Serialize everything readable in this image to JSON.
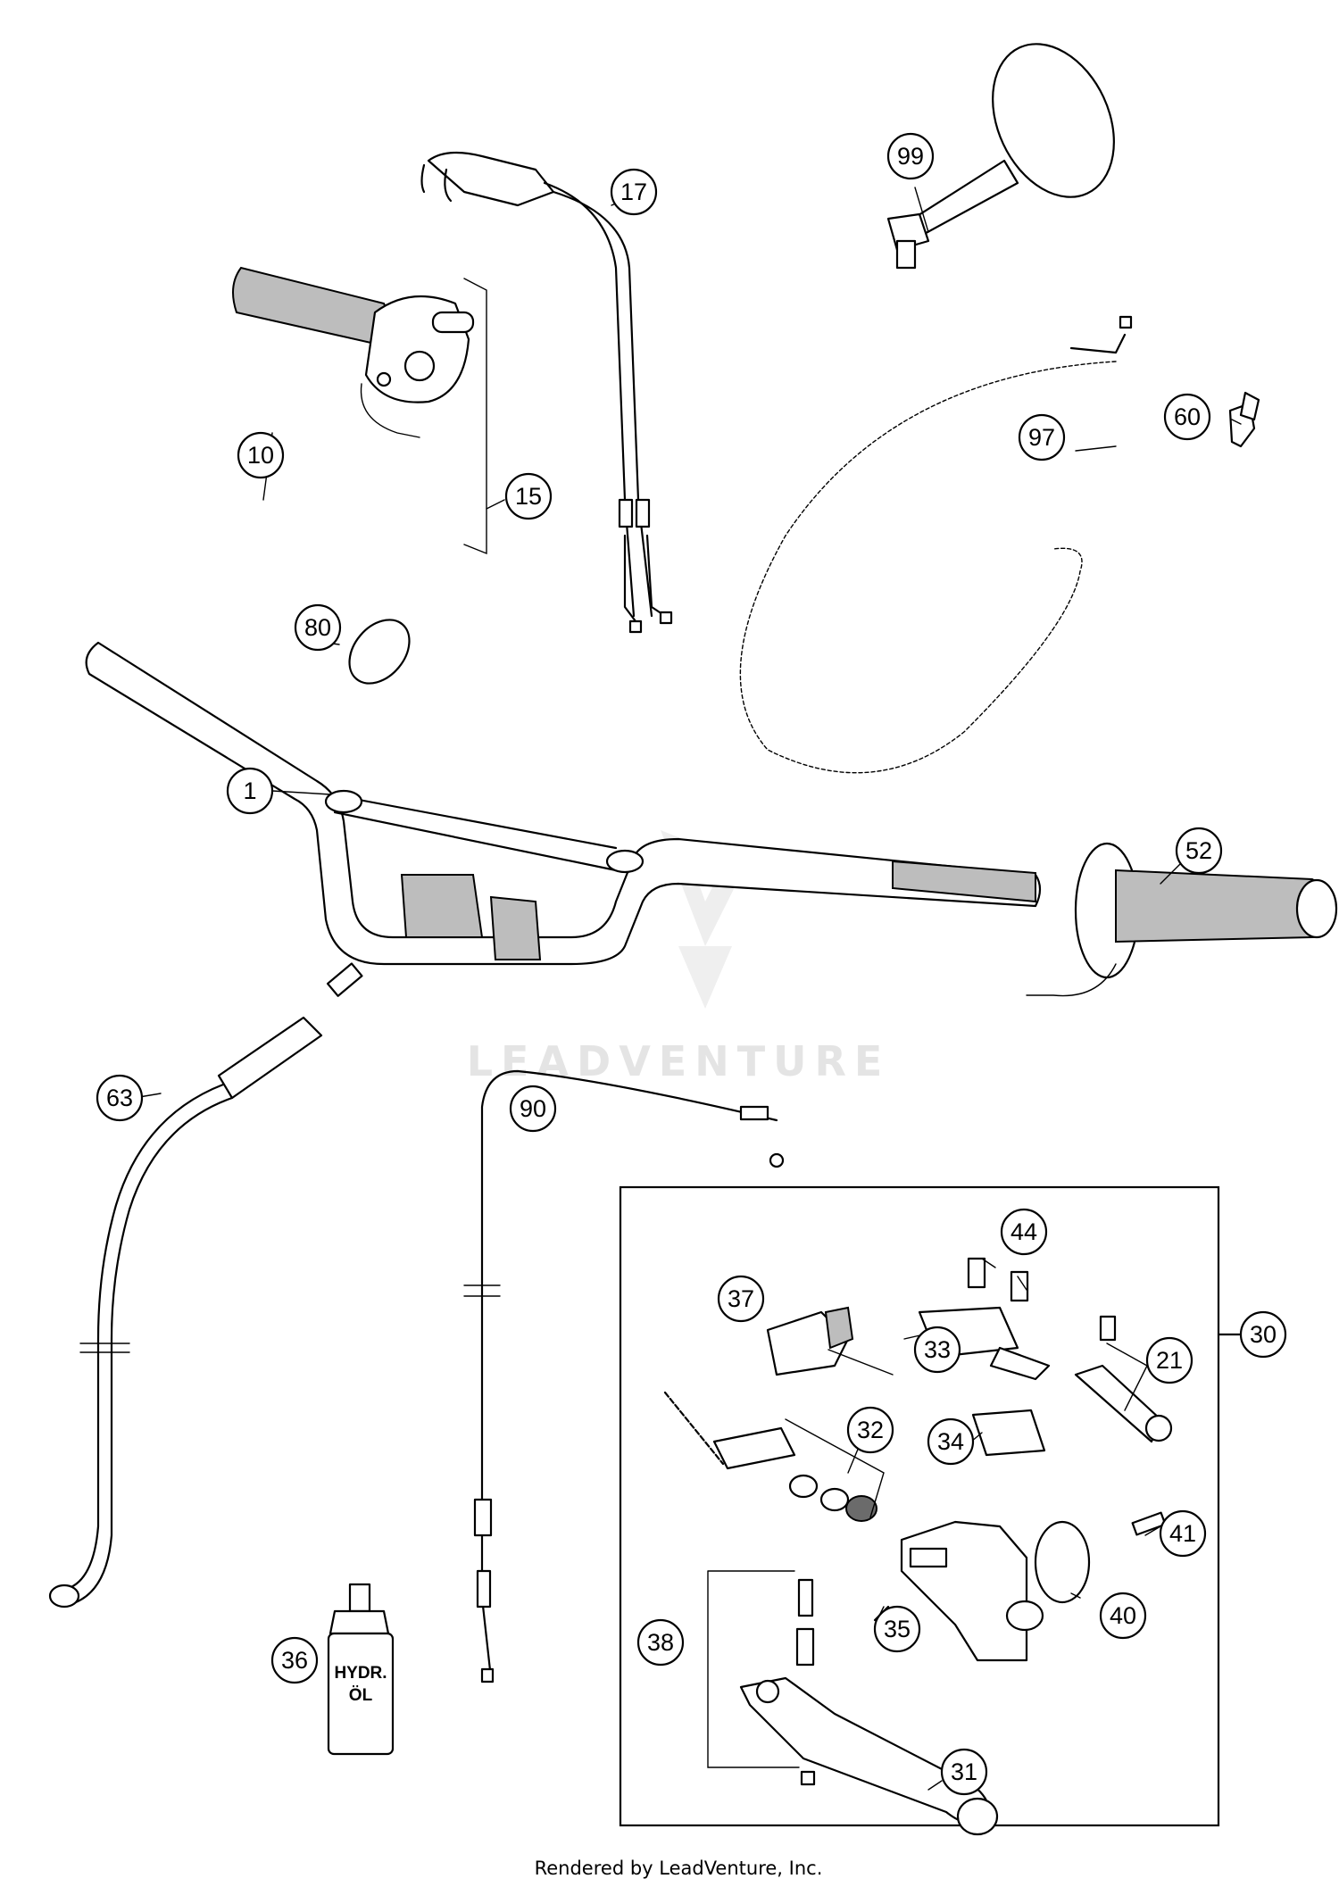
{
  "diagram": {
    "callouts": [
      {
        "id": "1",
        "label": "1"
      },
      {
        "id": "10",
        "label": "10"
      },
      {
        "id": "15",
        "label": "15"
      },
      {
        "id": "17",
        "label": "17"
      },
      {
        "id": "21",
        "label": "21"
      },
      {
        "id": "30",
        "label": "30"
      },
      {
        "id": "31",
        "label": "31"
      },
      {
        "id": "32",
        "label": "32"
      },
      {
        "id": "33",
        "label": "33"
      },
      {
        "id": "34",
        "label": "34"
      },
      {
        "id": "35",
        "label": "35"
      },
      {
        "id": "36",
        "label": "36"
      },
      {
        "id": "37",
        "label": "37"
      },
      {
        "id": "38",
        "label": "38"
      },
      {
        "id": "40",
        "label": "40"
      },
      {
        "id": "41",
        "label": "41"
      },
      {
        "id": "44",
        "label": "44"
      },
      {
        "id": "52",
        "label": "52"
      },
      {
        "id": "60",
        "label": "60"
      },
      {
        "id": "63",
        "label": "63"
      },
      {
        "id": "80",
        "label": "80"
      },
      {
        "id": "90",
        "label": "90"
      },
      {
        "id": "97",
        "label": "97"
      },
      {
        "id": "99",
        "label": "99"
      }
    ],
    "oil_bottle_label_line1": "HYDR.",
    "oil_bottle_label_line2": "ÖL",
    "watermark": "LEADVENTURE",
    "footer": "Rendered by LeadVenture, Inc."
  }
}
